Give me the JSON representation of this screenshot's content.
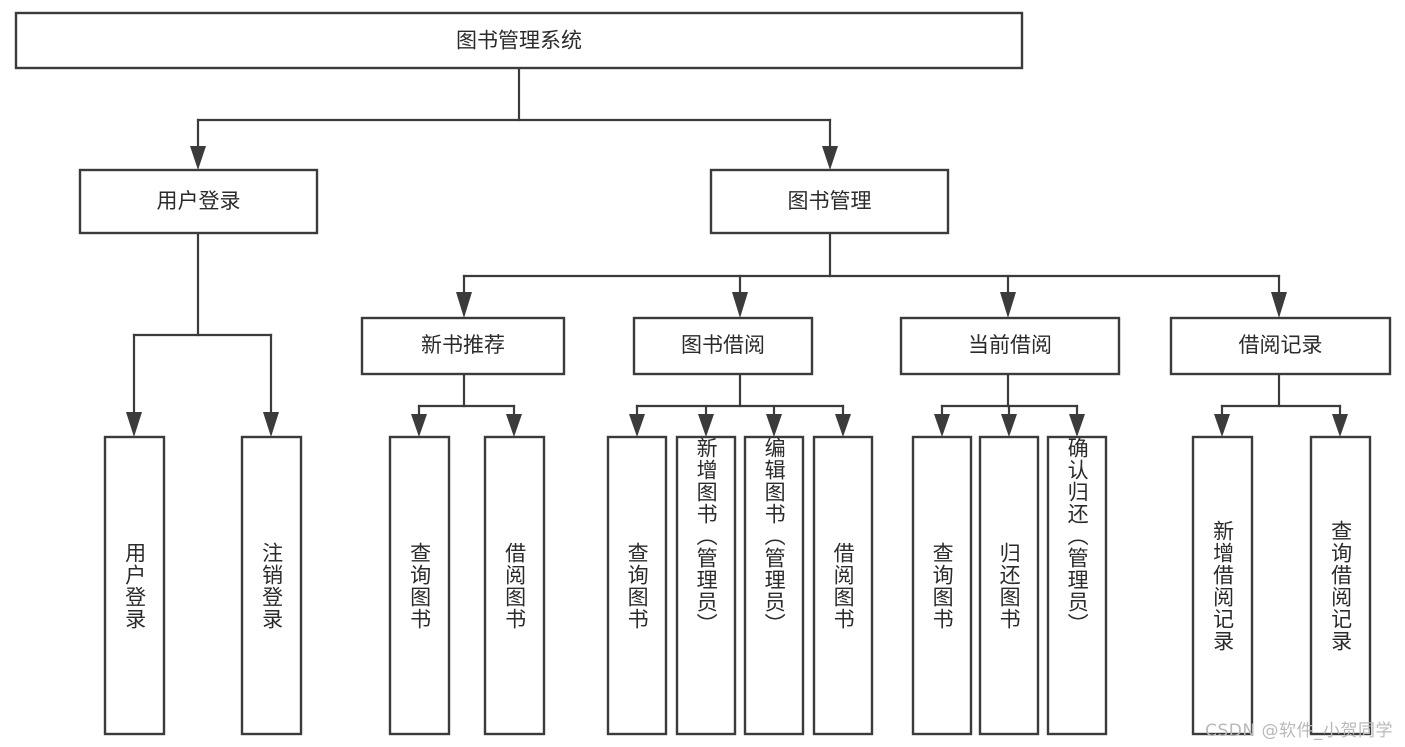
{
  "diagram": {
    "type": "hierarchy-tree",
    "title": "图书管理系统",
    "watermark": "CSDN @软件_小贺同学",
    "colors": {
      "stroke": "#3b3b3b",
      "box_fill": "#ffffff",
      "text": "#2b2b2b",
      "background": "#ffffff",
      "watermark": "#b9b9b9"
    },
    "levels": {
      "root": {
        "label": "图书管理系统"
      },
      "level2": [
        {
          "id": "user-login",
          "label": "用户登录"
        },
        {
          "id": "book-management",
          "label": "图书管理"
        }
      ],
      "level3": [
        {
          "id": "new-book-recommend",
          "label": "新书推荐",
          "parent": "book-management"
        },
        {
          "id": "book-borrow",
          "label": "图书借阅",
          "parent": "book-management"
        },
        {
          "id": "current-borrow",
          "label": "当前借阅",
          "parent": "book-management"
        },
        {
          "id": "borrow-record",
          "label": "借阅记录",
          "parent": "book-management"
        }
      ],
      "leaves": [
        {
          "id": "leaf-user-login",
          "label": "用户登录",
          "parent": "user-login"
        },
        {
          "id": "leaf-logout-login",
          "label": "注销登录",
          "parent": "user-login"
        },
        {
          "id": "leaf-query-book-1",
          "label": "查询图书",
          "parent": "new-book-recommend"
        },
        {
          "id": "leaf-borrow-book-1",
          "label": "借阅图书",
          "parent": "new-book-recommend"
        },
        {
          "id": "leaf-query-book-2",
          "label": "查询图书",
          "parent": "book-borrow"
        },
        {
          "id": "leaf-add-book",
          "label": "新增图书（管理员）",
          "parent": "book-borrow"
        },
        {
          "id": "leaf-edit-book",
          "label": "编辑图书（管理员）",
          "parent": "book-borrow"
        },
        {
          "id": "leaf-borrow-book-2",
          "label": "借阅图书",
          "parent": "book-borrow"
        },
        {
          "id": "leaf-query-book-3",
          "label": "查询图书",
          "parent": "current-borrow"
        },
        {
          "id": "leaf-return-book",
          "label": "归还图书",
          "parent": "current-borrow"
        },
        {
          "id": "leaf-confirm-return",
          "label": "确认归还（管理员）",
          "parent": "current-borrow"
        },
        {
          "id": "leaf-add-record",
          "label": "新增借阅记录",
          "parent": "borrow-record"
        },
        {
          "id": "leaf-query-record",
          "label": "查询借阅记录",
          "parent": "borrow-record"
        }
      ]
    }
  }
}
